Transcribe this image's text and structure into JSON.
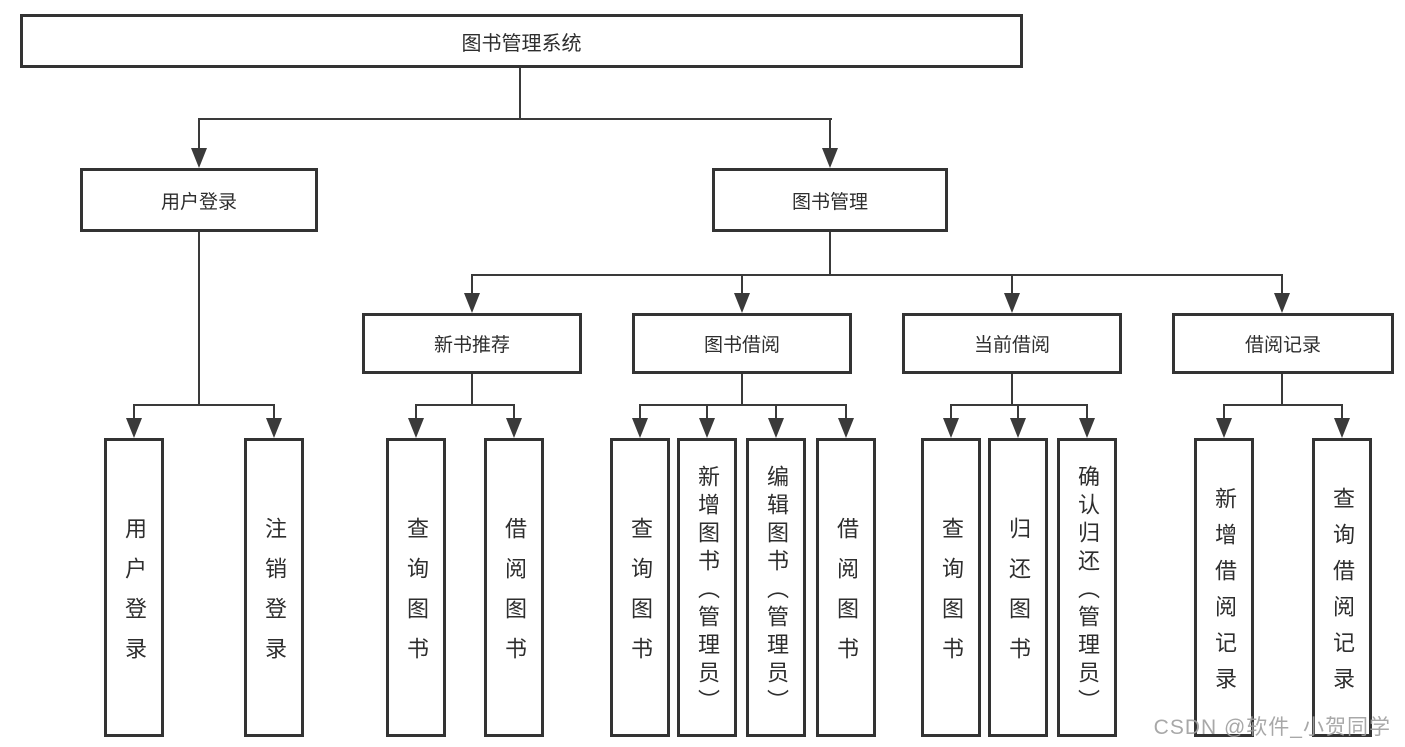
{
  "diagram": {
    "root": {
      "label": "图书管理系统"
    },
    "level1": [
      {
        "label": "用户登录"
      },
      {
        "label": "图书管理"
      }
    ],
    "level2": [
      {
        "label": "新书推荐"
      },
      {
        "label": "图书借阅"
      },
      {
        "label": "当前借阅"
      },
      {
        "label": "借阅记录"
      }
    ],
    "leaves": {
      "user_login": [
        "用户登录",
        "注销登录"
      ],
      "new_book": [
        "查询图书",
        "借阅图书"
      ],
      "book_borrow": [
        "查询图书",
        "新增图书（管理员）",
        "编辑图书（管理员）",
        "借阅图书"
      ],
      "current_borrow": [
        "查询图书",
        "归还图书",
        "确认归还（管理员）"
      ],
      "borrow_record": [
        "新增借阅记录",
        "查询借阅记录"
      ]
    },
    "colors": {
      "line": "#3a3a3a",
      "box_border": "#333333",
      "text": "#2e2e2e",
      "watermark": "#9f9f9f"
    },
    "watermark": "CSDN @软件_小贺同学"
  }
}
